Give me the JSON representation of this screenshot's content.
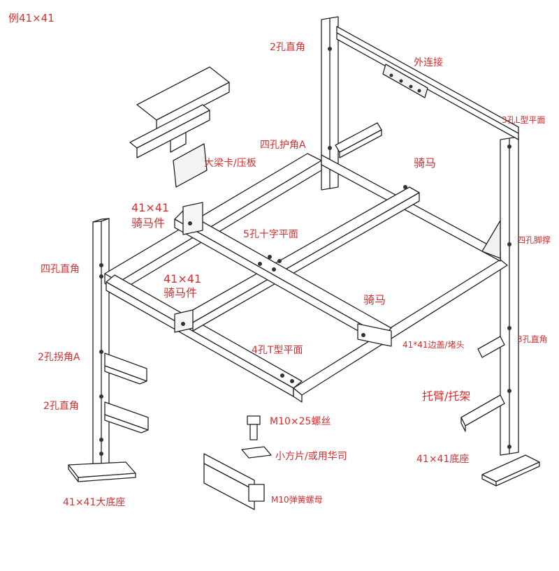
{
  "title": "例41×41",
  "label_color": "#d32f2f",
  "labels": {
    "two_hole_right_angle_top": "2孔直角",
    "outer_connector": "外连接",
    "three_hole_l_plate": "3孔L型平面",
    "beam_clamp": "大梁卡/压板",
    "four_hole_corner_guard": "四孔护角A",
    "straddle_top": "骑马",
    "straddle_part_1_line1": "41×41",
    "straddle_part_1_line2": "骑马件",
    "five_hole_cross_plate": "5孔十字平面",
    "four_hole_brace": "四孔脚撑",
    "four_hole_right_angle": "四孔直角",
    "straddle_part_2_line1": "41×41",
    "straddle_part_2_line2": "骑马件",
    "straddle_mid": "骑马",
    "end_cap": "41*41边盖/堵头",
    "three_hole_right_angle": "3孔直角",
    "four_hole_t_plate": "4孔T型平面",
    "two_hole_bend_a": "2孔拐角A",
    "bracket": "托臂/托架",
    "two_hole_right_angle_low": "2孔直角",
    "bolt": "M10×25螺丝",
    "square_washer": "小方片/或用华司",
    "base": "41×41底座",
    "large_base": "41×41大底座",
    "spring_nut": "M10弹簧螺母"
  }
}
